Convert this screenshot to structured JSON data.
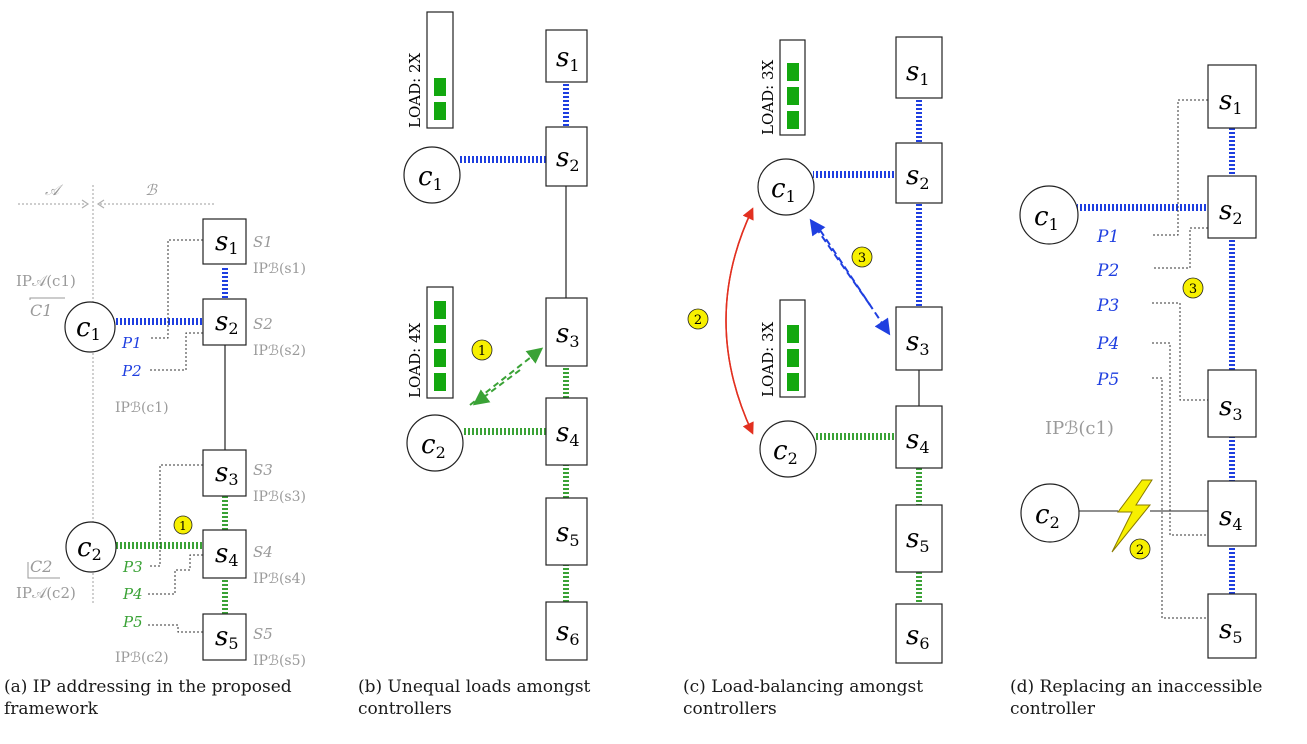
{
  "captions": {
    "a": "(a) IP addressing in the proposed framework",
    "b": "(b) Unequal loads amongst controllers",
    "c": "(c) Load-balancing amongst controllers",
    "d": "(d) Replacing an inaccessible controller"
  },
  "nodes": {
    "s1": "s",
    "s2": "s",
    "s3": "s",
    "s4": "s",
    "s5": "s",
    "s6": "s",
    "c1": "c",
    "c2": "c",
    "idx": [
      "1",
      "2",
      "3",
      "4",
      "5",
      "6"
    ]
  },
  "panel_a": {
    "domain_a": "𝒜",
    "domain_b": "ℬ",
    "ip_a_c1": "IP𝒜(c1)",
    "ip_a_c2": "IP𝒜(c2)",
    "C1": "C1",
    "C2": "C2",
    "switch_labels": [
      "S1",
      "S2",
      "S3",
      "S4",
      "S5"
    ],
    "switch_ips": [
      "IPℬ(s1)",
      "IPℬ(s2)",
      "IPℬ(s3)",
      "IPℬ(s4)",
      "IPℬ(s5)"
    ],
    "ports": [
      "P1",
      "P2",
      "P3",
      "P4",
      "P5"
    ],
    "ip_b_c1": "IPℬ(c1)",
    "ip_b_c2": "IPℬ(c2)",
    "marker": "1"
  },
  "panel_b": {
    "load_c1": "LOAD: 2X",
    "load_c2": "LOAD: 4X",
    "load_c1_bars": 2,
    "load_c2_bars": 4,
    "marker": "1"
  },
  "panel_c": {
    "load_c1": "LOAD: 3X",
    "load_c2": "LOAD: 3X",
    "load_c1_bars": 3,
    "load_c2_bars": 3,
    "markers": [
      "2",
      "3"
    ]
  },
  "panel_d": {
    "ports": [
      "P1",
      "P2",
      "P3",
      "P4",
      "P5"
    ],
    "ip_b_c1": "IPℬ(c1)",
    "markers": [
      "2",
      "3"
    ]
  },
  "colors": {
    "blue_link": "#1f3fe0",
    "green_link": "#3aa236",
    "load_bar": "#13a80f",
    "marker_fill": "#f7f000",
    "arrow_red": "#e23020",
    "gray_text": "#9a9a9a"
  }
}
